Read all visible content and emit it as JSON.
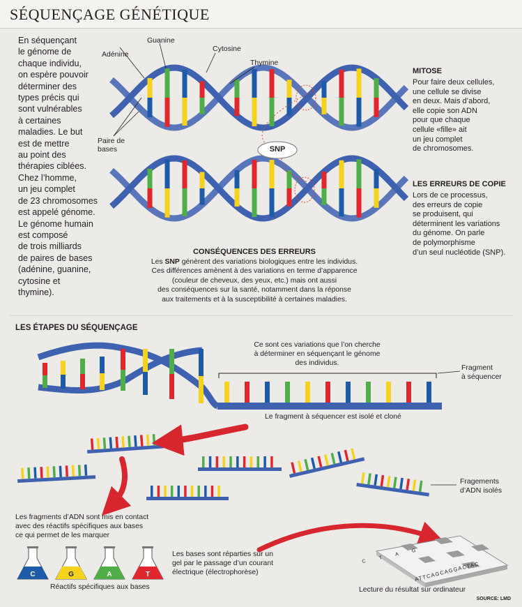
{
  "header": {
    "title": "SÉQUENÇAGE GÉNÉTIQUE"
  },
  "intro": {
    "lines": [
      "En séquençant",
      "le génome de",
      "chaque individu,",
      "on espère pouvoir",
      "déterminer des",
      "types précis qui",
      "sont vulnérables",
      "à certaines",
      "maladies. Le but",
      "est de mettre",
      "au point des",
      "thérapies ciblées.",
      "Chez l’homme,",
      "un jeu complet",
      "de 23 chromosomes",
      "est appelé génome.",
      "Le génome humain",
      "est composé",
      "de trois milliards",
      "de paires de bases",
      "(adénine, guanine,",
      "cytosine et",
      "thymine)."
    ]
  },
  "labels": {
    "adenine": "Adénine",
    "guanine": "Guanine",
    "cytosine": "Cytosine",
    "thymine": "Thymine",
    "base_pairs_1": "Paire de",
    "base_pairs_2": "bases",
    "snp": "SNP"
  },
  "mitose": {
    "title": "MITOSE",
    "lines": [
      "Pour faire deux cellules,",
      "une cellule se divise",
      "en deux. Mais d’abord,",
      "elle copie son ADN",
      "pour que chaque",
      "cellule «fille» ait",
      "un jeu complet",
      "de chromosomes."
    ]
  },
  "erreurs": {
    "title": "LES ERREURS DE COPIE",
    "lines": [
      "Lors de ce processus,",
      "des erreurs de copie",
      "se produisent, qui",
      "déterminent les variations",
      "du génome. On parle",
      "de polymorphisme",
      "d’un seul nucléotide (SNP)."
    ]
  },
  "consequences": {
    "title": "CONSÉQUENCES DES ERREURS",
    "line1_bold": "SNP",
    "line1_pre": "Les ",
    "line1_post": " génèrent des variations biologiques entre les individus.",
    "line2": "Ces différences amènent à des variations en terme d’apparence",
    "line3": "(couleur de cheveux, des yeux, etc.) mais ont aussi",
    "line4": "des conséquences sur la santé, notamment dans la réponse",
    "line5": "aux traitements et à la susceptibilité à certaines maladies."
  },
  "steps": {
    "title": "LES ÉTAPES DU SÉQUENÇAGE",
    "note": [
      "Ce sont ces variations que l’on cherche",
      "à déterminer en séquençant le génome",
      "des individus."
    ],
    "fragment": [
      "Fragment",
      "à séquencer"
    ],
    "isolated": "Le fragment à séquencer est isolé et cloné",
    "fragments": [
      "Fragements",
      "d’ADN isolés"
    ],
    "contact": [
      "Les fragments d’ADN sont mis en contact",
      "avec des réactifs spécifiques aux bases",
      "ce qui permet de les marquer"
    ],
    "gel": [
      "Les bases sont réparties sur un",
      "gel par le passage d’un courant",
      "électrique (électrophorèse)"
    ],
    "reagents_label": "Réactifs spécifiques aux bases",
    "flasks": [
      "C",
      "G",
      "A",
      "T"
    ],
    "sequence_top": "C T A G",
    "sequence_bottom": "ATTCAGCAGGACTAC",
    "computer": "Lecture du résultat sur ordinateur",
    "source": "SOURCE: LMD"
  },
  "colors": {
    "red": "#e2262d",
    "yellow": "#f5d21b",
    "green": "#4fae47",
    "blue": "#1d5aa8",
    "backbone": "#3e62b0",
    "arrow": "#d7262e"
  }
}
